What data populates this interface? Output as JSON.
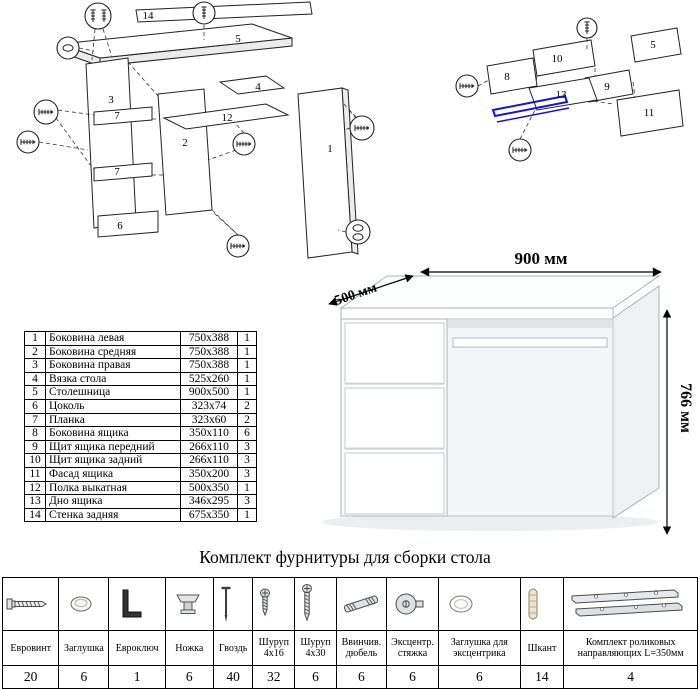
{
  "title": "Комплект фурнитуры для сборки стола",
  "colors": {
    "rail_blue": "#1515c8"
  },
  "diagram_main": {
    "part_labels": [
      "14",
      "5",
      "3",
      "7",
      "7",
      "6",
      "2",
      "4",
      "12",
      "1"
    ]
  },
  "diagram_drawer": {
    "part_labels": [
      "10",
      "5",
      "8",
      "9",
      "13",
      "11"
    ]
  },
  "desk": {
    "dim_depth": "500 мм",
    "dim_width": "900 мм",
    "dim_height": "766 мм"
  },
  "parts_table": {
    "rows": [
      {
        "num": "1",
        "name": "Боковина левая",
        "size": "750x388",
        "qty": "1"
      },
      {
        "num": "2",
        "name": "Боковина средняя",
        "size": "750x388",
        "qty": "1"
      },
      {
        "num": "3",
        "name": "Боковина правая",
        "size": "750x388",
        "qty": "1"
      },
      {
        "num": "4",
        "name": "Вязка стола",
        "size": "525x260",
        "qty": "1"
      },
      {
        "num": "5",
        "name": "Столешница",
        "size": "900x500",
        "qty": "1"
      },
      {
        "num": "6",
        "name": "Цоколь",
        "size": "323x74",
        "qty": "2"
      },
      {
        "num": "7",
        "name": "Планка",
        "size": "323x60",
        "qty": "2"
      },
      {
        "num": "8",
        "name": "Боковина ящика",
        "size": "350x110",
        "qty": "6"
      },
      {
        "num": "9",
        "name": "Щит ящика передний",
        "size": "266x110",
        "qty": "3"
      },
      {
        "num": "10",
        "name": "Щит ящика задний",
        "size": "266x110",
        "qty": "3"
      },
      {
        "num": "11",
        "name": "Фасад ящика",
        "size": "350x200",
        "qty": "3"
      },
      {
        "num": "12",
        "name": "Полка выкатная",
        "size": "500x350",
        "qty": "1"
      },
      {
        "num": "13",
        "name": "Дно ящика",
        "size": "346x295",
        "qty": "3"
      },
      {
        "num": "14",
        "name": "Стенка задняя",
        "size": "675x350",
        "qty": "1"
      }
    ]
  },
  "hardware_table": {
    "items": [
      {
        "name": "Евровинт",
        "qty": "20",
        "icon": "confirmat-screw"
      },
      {
        "name": "Заглушка",
        "qty": "6",
        "icon": "cap"
      },
      {
        "name": "Евроключ",
        "qty": "1",
        "icon": "hex-key"
      },
      {
        "name": "Ножка",
        "qty": "6",
        "icon": "leg"
      },
      {
        "name": "Гвоздь",
        "qty": "40",
        "icon": "nail"
      },
      {
        "name": "Шуруп 4x16",
        "qty": "32",
        "icon": "screw-4x16"
      },
      {
        "name": "Шуруп 4x30",
        "qty": "6",
        "icon": "screw-4x30"
      },
      {
        "name": "Ввинчив. дюбель",
        "qty": "6",
        "icon": "threaded-dowel"
      },
      {
        "name": "Эксцентр. стяжка",
        "qty": "6",
        "icon": "cam-lock"
      },
      {
        "name": "Заглушка для эксцентрика",
        "qty": "6",
        "icon": "cam-cap"
      },
      {
        "name": "Шкант",
        "qty": "14",
        "icon": "wood-dowel"
      },
      {
        "name": "Комплект роликовых направляющих L=350мм",
        "qty": "4",
        "icon": "roller-guides"
      }
    ]
  }
}
